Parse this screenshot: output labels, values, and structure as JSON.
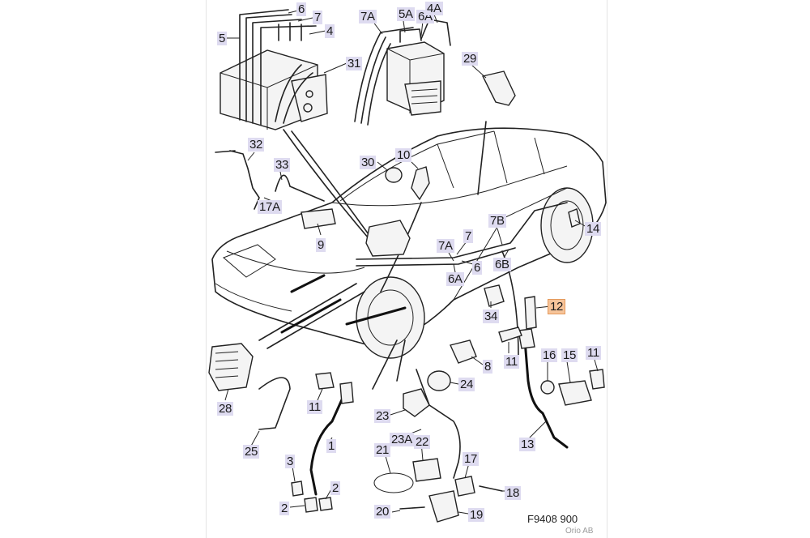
{
  "diagram": {
    "drawing_ref": "F9408 900",
    "copyright": "Orio AB",
    "highlight_color": "#f6c49a",
    "label_color": "#dedbf0",
    "callouts": [
      {
        "id": "6",
        "label": "6"
      },
      {
        "id": "7",
        "label": "7"
      },
      {
        "id": "4",
        "label": "4"
      },
      {
        "id": "5",
        "label": "5"
      },
      {
        "id": "31",
        "label": "31"
      },
      {
        "id": "7A-top",
        "label": "7A"
      },
      {
        "id": "5A-top",
        "label": "5A"
      },
      {
        "id": "6A-top",
        "label": "6A"
      },
      {
        "id": "4A",
        "label": "4A"
      },
      {
        "id": "29",
        "label": "29"
      },
      {
        "id": "32",
        "label": "32"
      },
      {
        "id": "33",
        "label": "33"
      },
      {
        "id": "30",
        "label": "30"
      },
      {
        "id": "10",
        "label": "10"
      },
      {
        "id": "17A",
        "label": "17A"
      },
      {
        "id": "9",
        "label": "9"
      },
      {
        "id": "7B",
        "label": "7B"
      },
      {
        "id": "7-mid",
        "label": "7"
      },
      {
        "id": "7A-mid",
        "label": "7A"
      },
      {
        "id": "6-mid",
        "label": "6"
      },
      {
        "id": "6B",
        "label": "6B"
      },
      {
        "id": "6A-mid",
        "label": "6A"
      },
      {
        "id": "14",
        "label": "14"
      },
      {
        "id": "34",
        "label": "34"
      },
      {
        "id": "12",
        "label": "12",
        "highlighted": true
      },
      {
        "id": "11-right",
        "label": "11"
      },
      {
        "id": "16",
        "label": "16"
      },
      {
        "id": "15",
        "label": "15"
      },
      {
        "id": "11-far",
        "label": "11"
      },
      {
        "id": "8",
        "label": "8"
      },
      {
        "id": "28",
        "label": "28"
      },
      {
        "id": "24",
        "label": "24"
      },
      {
        "id": "11-left",
        "label": "11"
      },
      {
        "id": "23",
        "label": "23"
      },
      {
        "id": "1",
        "label": "1"
      },
      {
        "id": "23A",
        "label": "23A"
      },
      {
        "id": "13",
        "label": "13"
      },
      {
        "id": "25",
        "label": "25"
      },
      {
        "id": "21",
        "label": "21"
      },
      {
        "id": "22",
        "label": "22"
      },
      {
        "id": "3",
        "label": "3"
      },
      {
        "id": "17",
        "label": "17"
      },
      {
        "id": "18",
        "label": "18"
      },
      {
        "id": "2-left",
        "label": "2"
      },
      {
        "id": "2-right",
        "label": "2"
      },
      {
        "id": "20",
        "label": "20"
      },
      {
        "id": "19",
        "label": "19"
      }
    ]
  }
}
